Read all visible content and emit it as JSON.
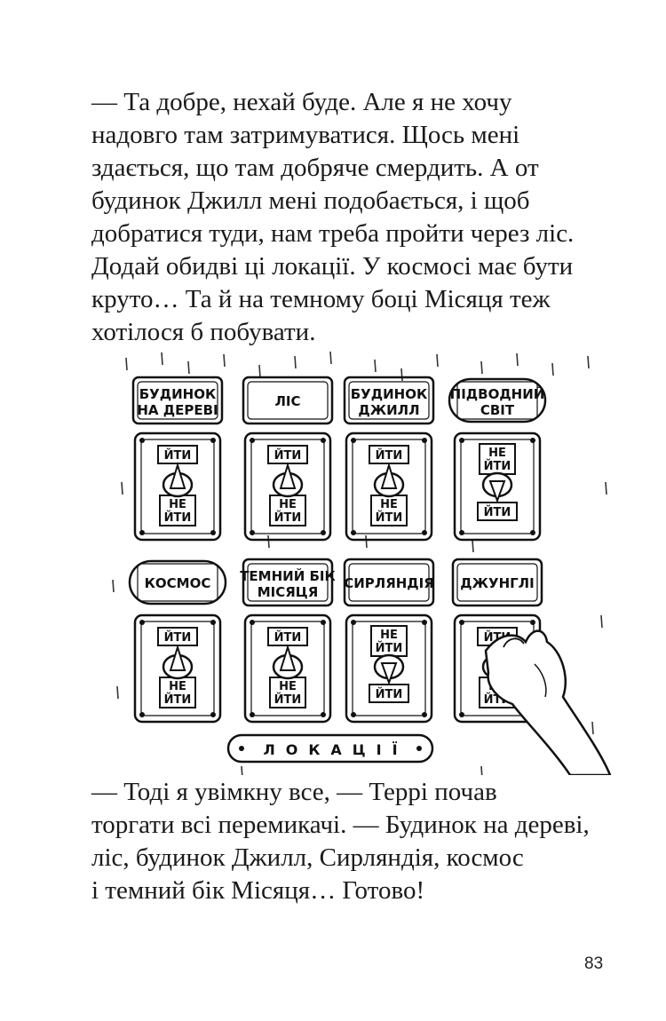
{
  "paragraph_top": [
    "— Та добре, нехай буде. Але я не хочу",
    "надовго там затримуватися. Щось мені",
    "здається, що там добряче смердить. А от",
    "будинок Джилл мені подобається, і щоб",
    "добратися туди, нам треба пройти через ліс.",
    "Додай обидві ці локації. У космосі має бути",
    "круто… Та й на темному боці Місяця теж",
    "хотілося б побувати."
  ],
  "illustration": {
    "panel_labels": [
      [
        "БУДИНОК",
        "НА ДЕРЕВІ"
      ],
      [
        "ЛІС"
      ],
      [
        "БУДИНОК",
        "ДЖИЛЛ"
      ],
      [
        "ПІДВОДНИЙ",
        "СВІТ"
      ],
      [
        "КОСМОС"
      ],
      [
        "ТЕМНИЙ БІК",
        "МІСЯЦЯ"
      ],
      [
        "СИРЛЯНДІЯ"
      ],
      [
        "ДЖУНГЛІ"
      ]
    ],
    "go_label": "ЙТИ",
    "no_go_label": [
      "НЕ",
      "ЙТИ"
    ],
    "switch_states": [
      "go",
      "go",
      "go",
      "no_go",
      "go",
      "go",
      "no_go",
      "go"
    ],
    "strip_label": "ЛОКАЦІЇ"
  },
  "paragraph_bottom": [
    "— Тоді я увімкну все, — Террі почав",
    "торгати всі перемикачі. — Будинок на дереві,",
    "ліс, будинок Джилл, Сирляндія, космос",
    "і темний бік Місяця… Готово!"
  ],
  "page_number": "83"
}
